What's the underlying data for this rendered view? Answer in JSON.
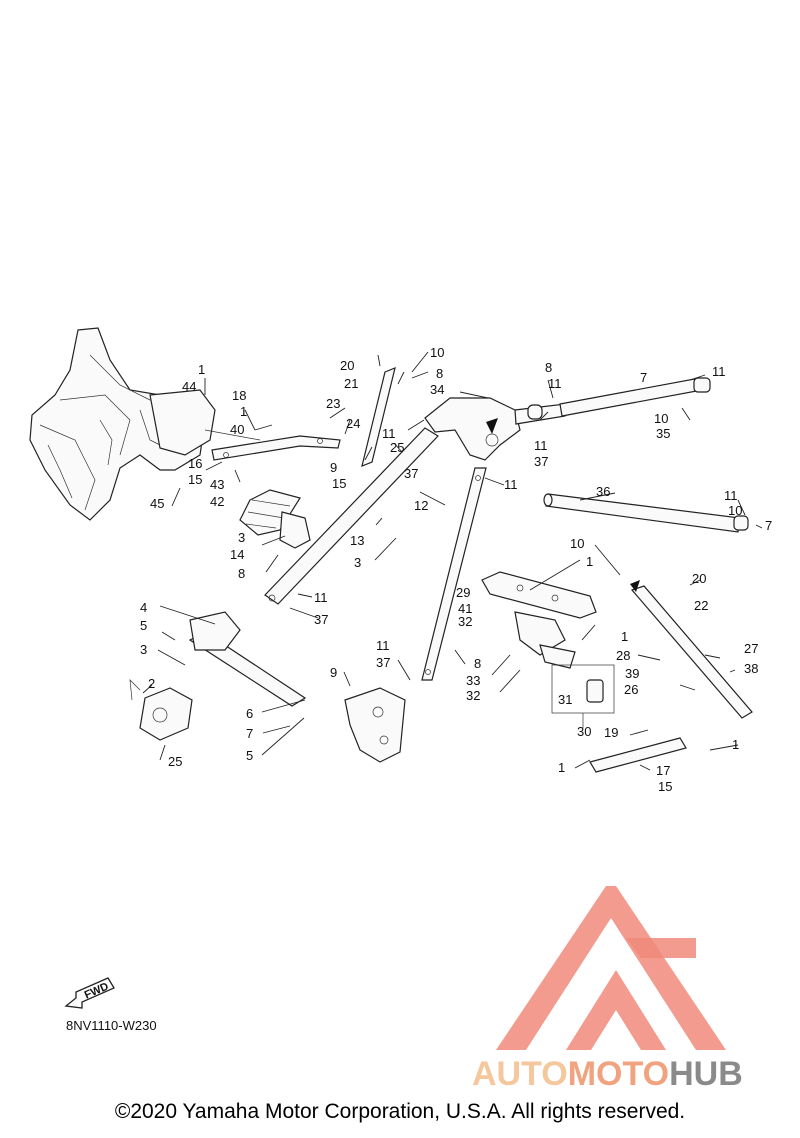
{
  "diagram": {
    "drawing_code": "8NV1110-W230",
    "copyright": "©2020 Yamaha Motor Corporation, U.S.A. All rights reserved.",
    "fwd_label": "FWD",
    "watermark": {
      "brand_part1": "AUTO",
      "brand_part2": "MOTO",
      "brand_part3": "HUB",
      "logo_color": "#f08a7a",
      "brand_colors": [
        "#f4c79c",
        "#f0a37e",
        "#8a8a8a"
      ]
    },
    "callouts": [
      "1",
      "44",
      "18",
      "1",
      "40",
      "16",
      "15",
      "43",
      "42",
      "45",
      "20",
      "21",
      "23",
      "24",
      "25",
      "11",
      "9",
      "15",
      "10",
      "8",
      "34",
      "37",
      "12",
      "13",
      "3",
      "3",
      "14",
      "8",
      "11",
      "37",
      "8",
      "11",
      "11",
      "37",
      "11",
      "7",
      "11",
      "10",
      "35",
      "36",
      "11",
      "10",
      "7",
      "10",
      "1",
      "29",
      "41",
      "32",
      "20",
      "22",
      "4",
      "5",
      "3",
      "2",
      "6",
      "7",
      "5",
      "25",
      "9",
      "11",
      "37",
      "8",
      "33",
      "32",
      "31",
      "30",
      "28",
      "1",
      "39",
      "27",
      "38",
      "26",
      "19",
      "1",
      "17",
      "15",
      "1"
    ]
  }
}
